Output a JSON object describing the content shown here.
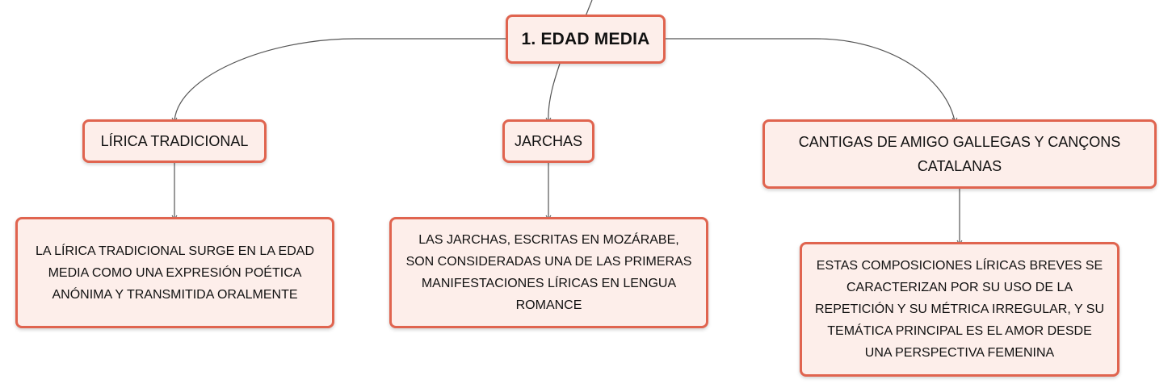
{
  "diagram": {
    "root": {
      "label": "1. EDAD MEDIA"
    },
    "branches": [
      {
        "label": "LÍRICA TRADICIONAL",
        "description": "LA LÍRICA TRADICIONAL SURGE EN LA EDAD MEDIA COMO UNA EXPRESIÓN POÉTICA ANÓNIMA Y TRANSMITIDA ORALMENTE"
      },
      {
        "label": "JARCHAS",
        "description": "LAS JARCHAS, ESCRITAS EN MOZÁRABE, SON CONSIDERADAS UNA DE LAS PRIMERAS MANIFESTACIONES LÍRICAS EN LENGUA ROMANCE"
      },
      {
        "label": "CANTIGAS DE AMIGO GALLEGAS Y CANÇONS CATALANAS",
        "description": "ESTAS COMPOSICIONES LÍRICAS BREVES SE CARACTERIZAN POR SU USO DE LA REPETICIÓN Y SU MÉTRICA IRREGULAR, Y SU TEMÁTICA PRINCIPAL ES EL AMOR DESDE UNA PERSPECTIVA FEMENINA"
      }
    ]
  },
  "colors": {
    "node_border": "#e0644f",
    "node_fill": "#fdeeea",
    "connector": "#555555",
    "text": "#111111"
  }
}
